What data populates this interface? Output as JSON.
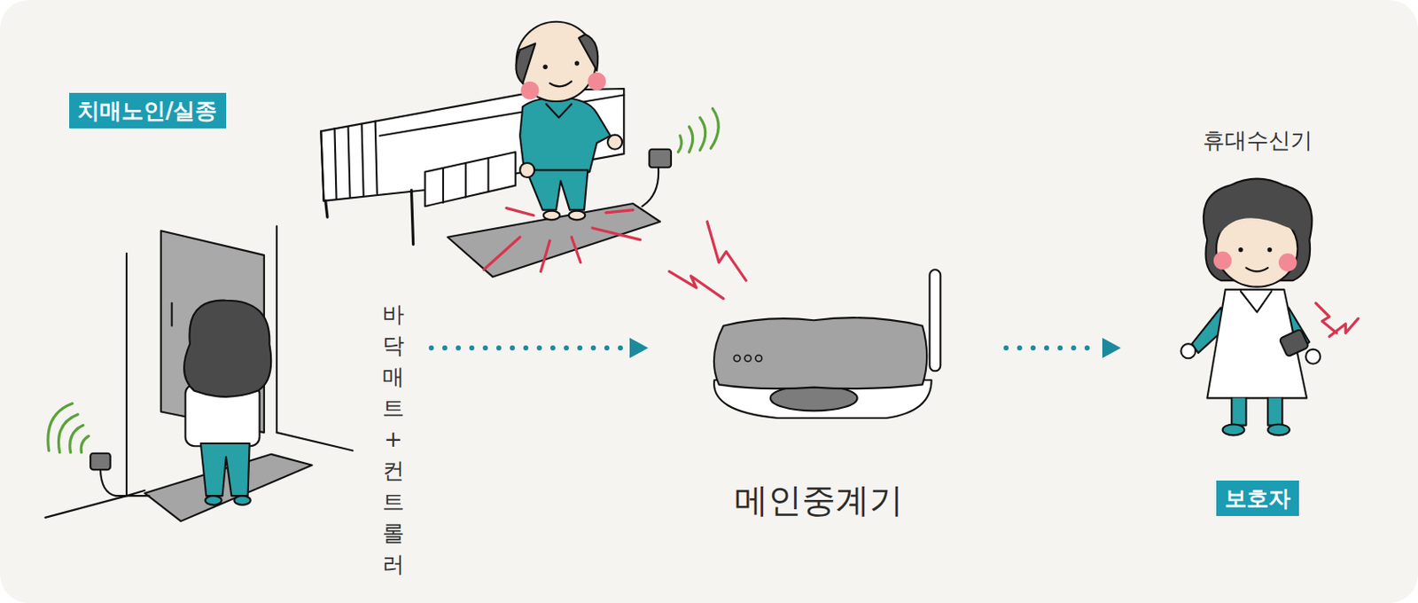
{
  "diagram": {
    "nodes": [
      {
        "text": [
          "치매노인/실종"
        ]
      },
      {
        "text": [
          "바닥매트 + 컨트롤러"
        ]
      },
      {
        "text": [
          "메인중계기"
        ]
      },
      {
        "text": [
          "휴대수신기",
          "보호자"
        ]
      }
    ],
    "edges": [
      {
        "from": 1,
        "to": 2,
        "arrow": "to"
      },
      {
        "from": 2,
        "to": 3,
        "arrow": "to"
      }
    ]
  }
}
